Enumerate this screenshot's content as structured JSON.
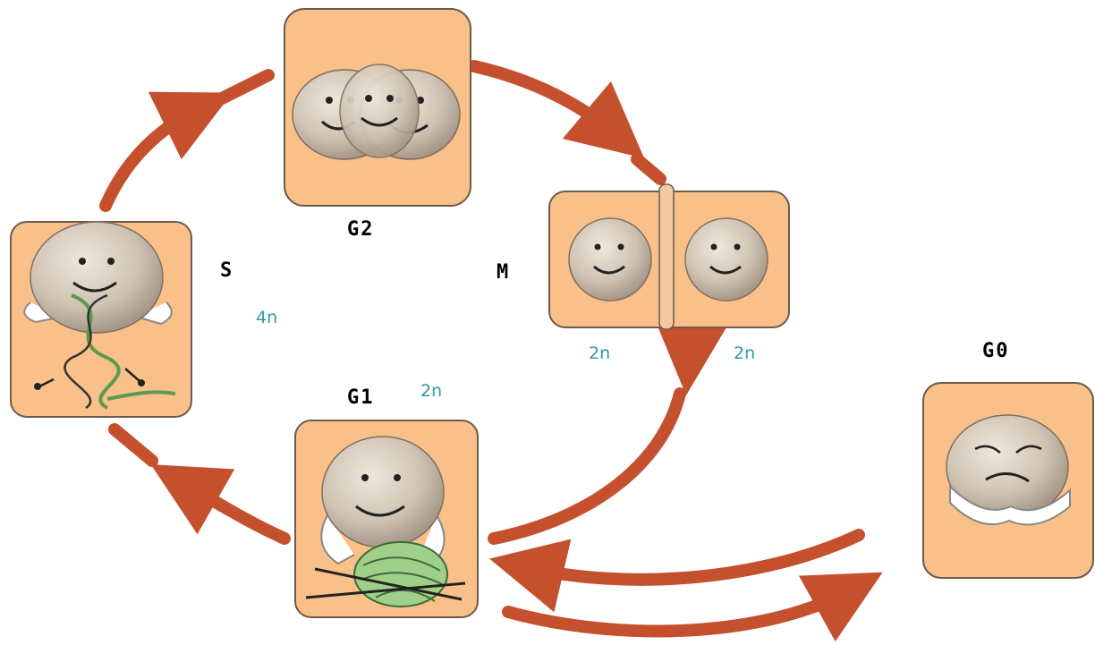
{
  "diagram": {
    "phases": {
      "g2": "G2",
      "m": "M",
      "s": "S",
      "g1": "G1",
      "g0": "G0"
    },
    "ploidy": {
      "s": "4n",
      "g1": "2n",
      "m_left": "2n",
      "m_right": "2n"
    },
    "colors": {
      "arrow": "#c5502e",
      "card_fill": "#f9c089",
      "card_stroke": "#6d5a4a",
      "cell_body": "#d8ccbc",
      "cell_shadow": "#a8998a",
      "dna_green": "#5c9a52",
      "yarn_green": "#9fd08a",
      "ploidy_text": "#2e9aa8"
    }
  }
}
